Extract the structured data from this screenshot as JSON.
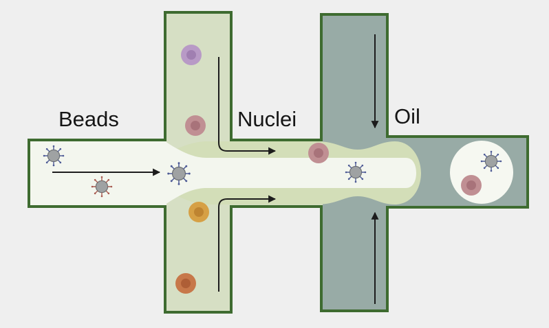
{
  "labels": {
    "beads": "Beads",
    "nuclei": "Nuclei",
    "oil": "Oil"
  },
  "colors": {
    "background": "#efefef",
    "channel_outline": "#3e6b30",
    "nuclei_channel": "#d6dfc4",
    "oil_channel": "#98aba6",
    "bead_stream": "#f3f6ee",
    "droplet": "#f6f8f1",
    "arrow": "#1c1c1c",
    "bead_core": "#a4a6a7",
    "bead_linker_blue": "#4d5a95",
    "bead_linker_red": "#a85a50",
    "nucleus_purple": "#b89ac6",
    "nucleus_rose": "#c08f93",
    "nucleus_orange": "#d6a045",
    "nucleus_brown": "#c7784a"
  },
  "icons": [
    "barcoded-bead-icon",
    "nucleus-icon",
    "flow-arrow-icon"
  ]
}
